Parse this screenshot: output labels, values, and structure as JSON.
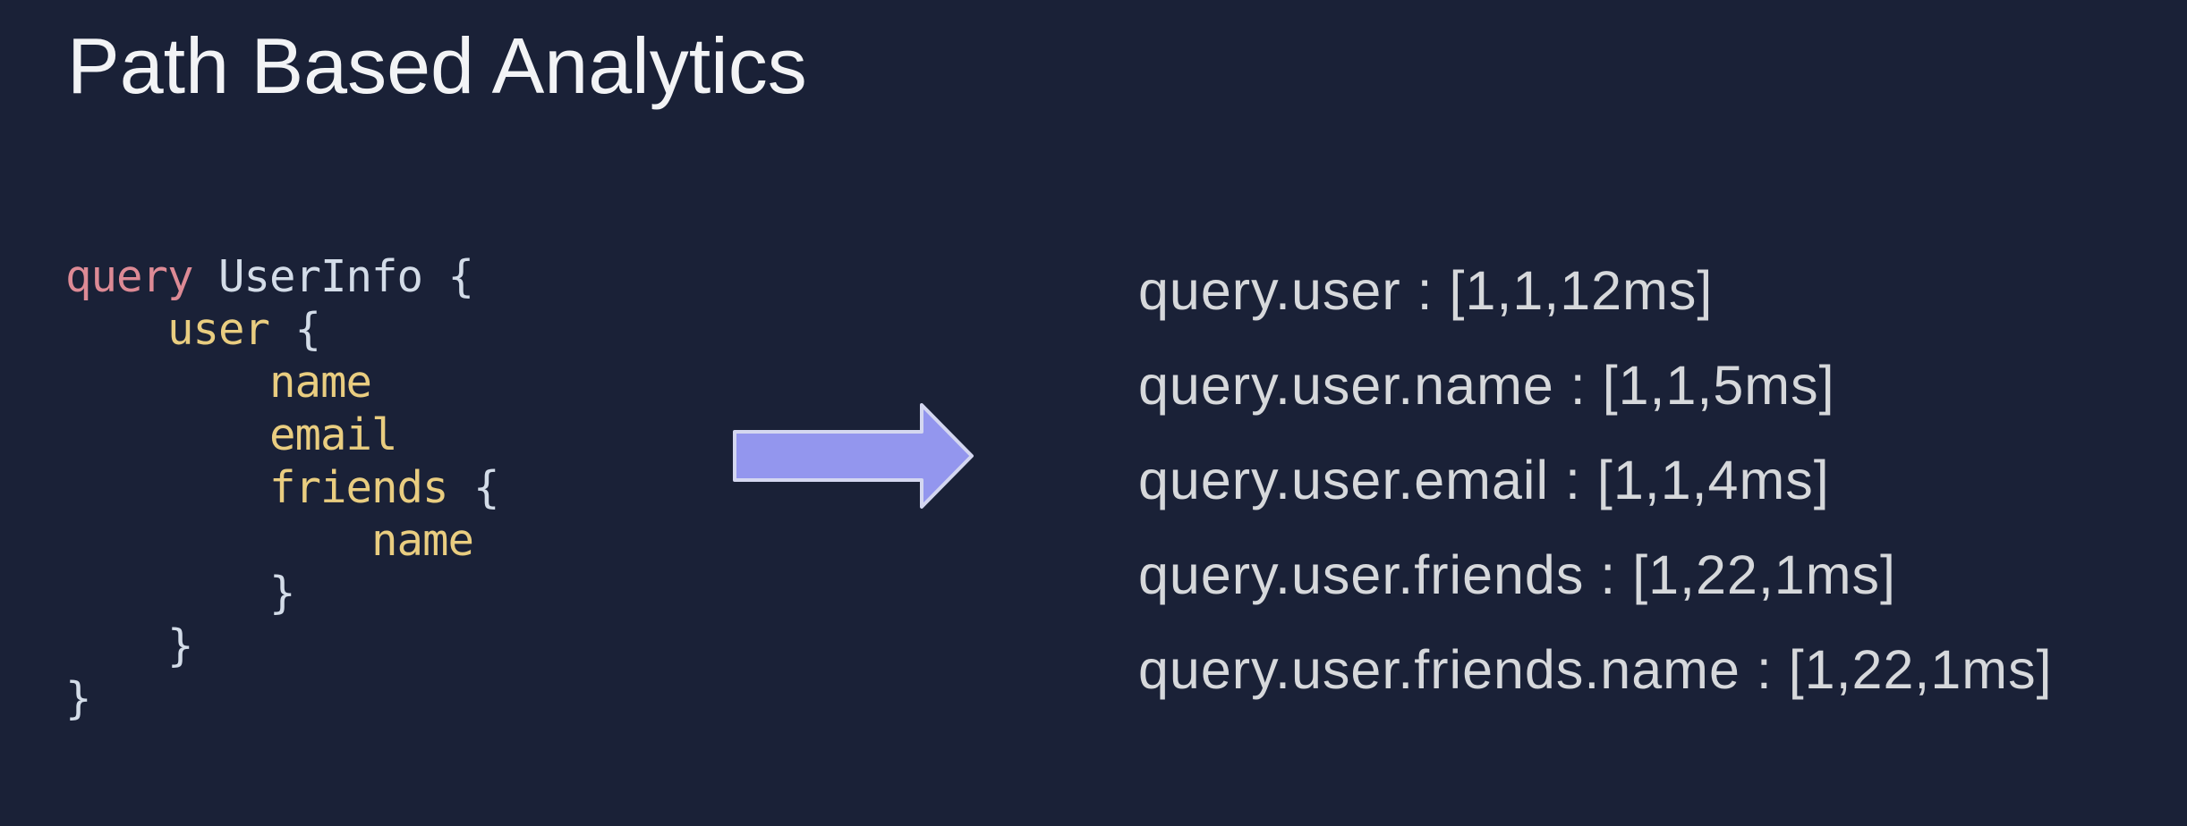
{
  "title": "Path Based Analytics",
  "colors": {
    "bg": "#1a2137",
    "title": "#f2f3f5",
    "kw": "#dd8a95",
    "field": "#e9cd80",
    "punct": "#d3dce8",
    "list": "#d6d8db",
    "arrow-fill": "#9396ee",
    "arrow-stroke": "#d4d7f0"
  },
  "code": {
    "language": "graphql",
    "lines": [
      {
        "tokens": [
          {
            "t": "query",
            "y": "kw"
          },
          {
            "t": " UserInfo {",
            "y": "punct"
          }
        ]
      },
      {
        "tokens": [
          {
            "t": "    ",
            "y": "punct"
          },
          {
            "t": "user",
            "y": "field"
          },
          {
            "t": " {",
            "y": "punct"
          }
        ]
      },
      {
        "tokens": [
          {
            "t": "        ",
            "y": "punct"
          },
          {
            "t": "name",
            "y": "field"
          }
        ]
      },
      {
        "tokens": [
          {
            "t": "        ",
            "y": "punct"
          },
          {
            "t": "email",
            "y": "field"
          }
        ]
      },
      {
        "tokens": [
          {
            "t": "        ",
            "y": "punct"
          },
          {
            "t": "friends",
            "y": "field"
          },
          {
            "t": " {",
            "y": "punct"
          }
        ]
      },
      {
        "tokens": [
          {
            "t": "            ",
            "y": "punct"
          },
          {
            "t": "name",
            "y": "field"
          }
        ]
      },
      {
        "tokens": [
          {
            "t": "        }",
            "y": "punct"
          }
        ]
      },
      {
        "tokens": [
          {
            "t": "    }",
            "y": "punct"
          }
        ]
      },
      {
        "tokens": [
          {
            "t": "}",
            "y": "punct"
          }
        ]
      }
    ]
  },
  "arrow": {
    "direction": "right"
  },
  "analytics": {
    "rows": [
      {
        "text": "query.user : [1,1,12ms]"
      },
      {
        "text": "query.user.name : [1,1,5ms]"
      },
      {
        "text": "query.user.email : [1,1,4ms]"
      },
      {
        "text": "query.user.friends : [1,22,1ms]"
      },
      {
        "text": "query.user.friends.name : [1,22,1ms]"
      }
    ]
  }
}
